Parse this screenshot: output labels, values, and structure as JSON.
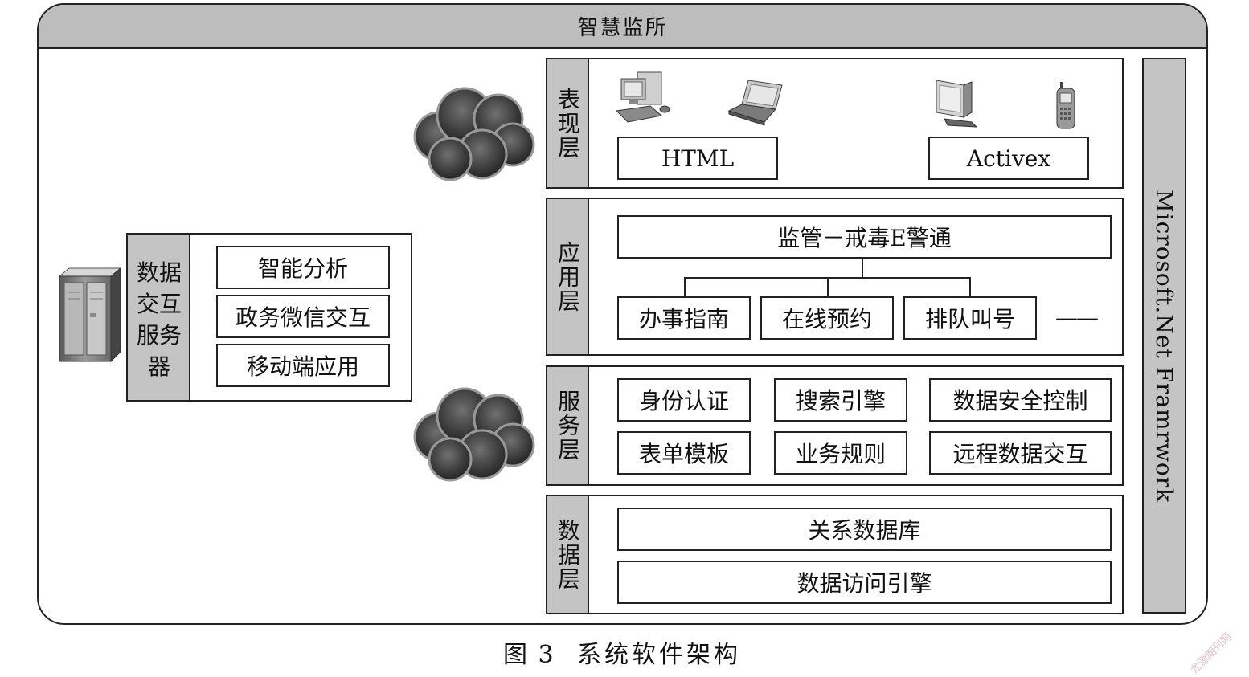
{
  "frame": {
    "title": "智慧监所"
  },
  "server": {
    "label": "数据交互服务器",
    "items": [
      "智能分析",
      "政务微信交互",
      "移动端应用"
    ]
  },
  "layers": {
    "presentation": {
      "label": "表现层",
      "boxes": [
        "HTML",
        "Activex"
      ]
    },
    "application": {
      "label": "应用层",
      "top": "监管－戒毒E警通",
      "children": [
        "办事指南",
        "在线预约",
        "排队叫号"
      ],
      "more": "——"
    },
    "service": {
      "label": "服务层",
      "boxes": [
        "身份认证",
        "搜索引擎",
        "数据安全控制",
        "表单模板",
        "业务规则",
        "远程数据交互"
      ]
    },
    "data": {
      "label": "数据层",
      "boxes": [
        "关系数据库",
        "数据访问引擎"
      ]
    }
  },
  "framework": {
    "label": "Microsoft.Net Framrwork"
  },
  "caption": {
    "figure": "图 3",
    "title": "系统软件架构"
  },
  "watermark": "龙源期刊网",
  "icons": [
    "server-icon",
    "cloud-icon",
    "desktop-computer-icon",
    "laptop-icon",
    "monitor-icon",
    "mobile-phone-icon"
  ]
}
